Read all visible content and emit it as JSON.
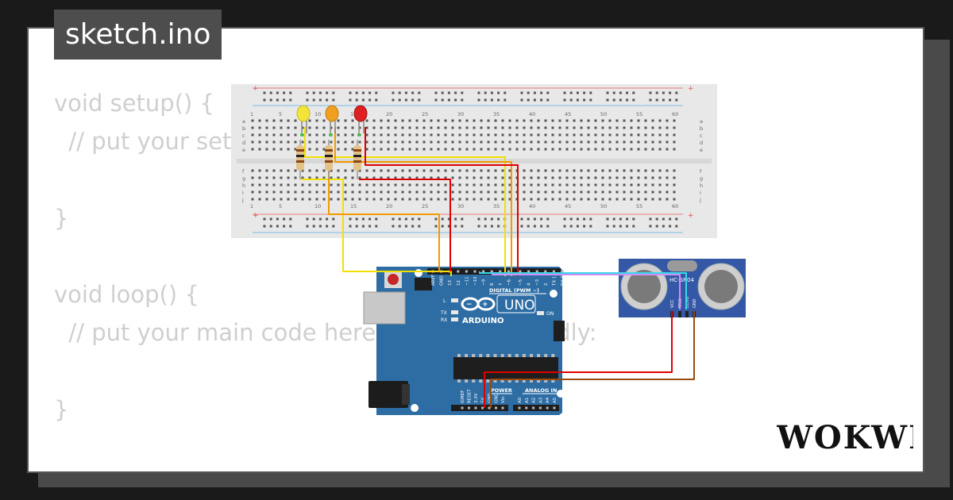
{
  "app": {
    "filename": "sketch.ino",
    "brand": "WOKWI"
  },
  "code_lines": [
    "void setup() {",
    "  // put your setup code here, to run once:",
    "",
    "}",
    "",
    "void loop() {",
    "  // put your main code here, to run repeatedly:",
    "",
    "}"
  ],
  "arduino": {
    "board_name": "UNO",
    "brand_text": "ARDUINO",
    "digital_label": "DIGITAL (PWM ~)",
    "power_label": "POWER",
    "analog_label": "ANALOG IN",
    "on_label": "ON",
    "l_label": "L",
    "tx_label": "TX",
    "rx_label": "RX",
    "top_pins": [
      "AREF",
      "GND",
      "13",
      "12",
      "~11",
      "~10",
      "~9",
      "8",
      "7",
      "~6",
      "~5",
      "4",
      "~3",
      "2",
      "TX 1",
      "RX 0"
    ],
    "power_pins": [
      "IOREF",
      "RESET",
      "3.3V",
      "5V",
      "GND",
      "GND",
      "Vin"
    ],
    "analog_pins": [
      "A0",
      "A1",
      "A2",
      "A3",
      "A4",
      "A5"
    ]
  },
  "sensor": {
    "model": "HC-SR04",
    "pins": [
      "VCC",
      "TRIG",
      "ECHO",
      "GND"
    ]
  },
  "breadboard": {
    "column_numbers": [
      "1",
      "5",
      "10",
      "15",
      "20",
      "25",
      "30",
      "35",
      "40",
      "45",
      "50",
      "55",
      "60"
    ],
    "rows_top": [
      "a",
      "b",
      "c",
      "d",
      "e"
    ],
    "rows_bottom": [
      "f",
      "g",
      "h",
      "i",
      "j"
    ]
  },
  "leds": [
    {
      "color_name": "yellow",
      "color": "#f2e43a"
    },
    {
      "color_name": "orange",
      "color": "#f0a020"
    },
    {
      "color_name": "red",
      "color": "#e02020"
    }
  ],
  "colors": {
    "board_blue": "#2e6da4",
    "wire_yellow": "#f2e100",
    "wire_orange": "#f29a00",
    "wire_red": "#e00000",
    "wire_violet": "#d38cf5",
    "wire_cyan": "#39d8e8",
    "wire_brown": "#9a4a0c"
  }
}
